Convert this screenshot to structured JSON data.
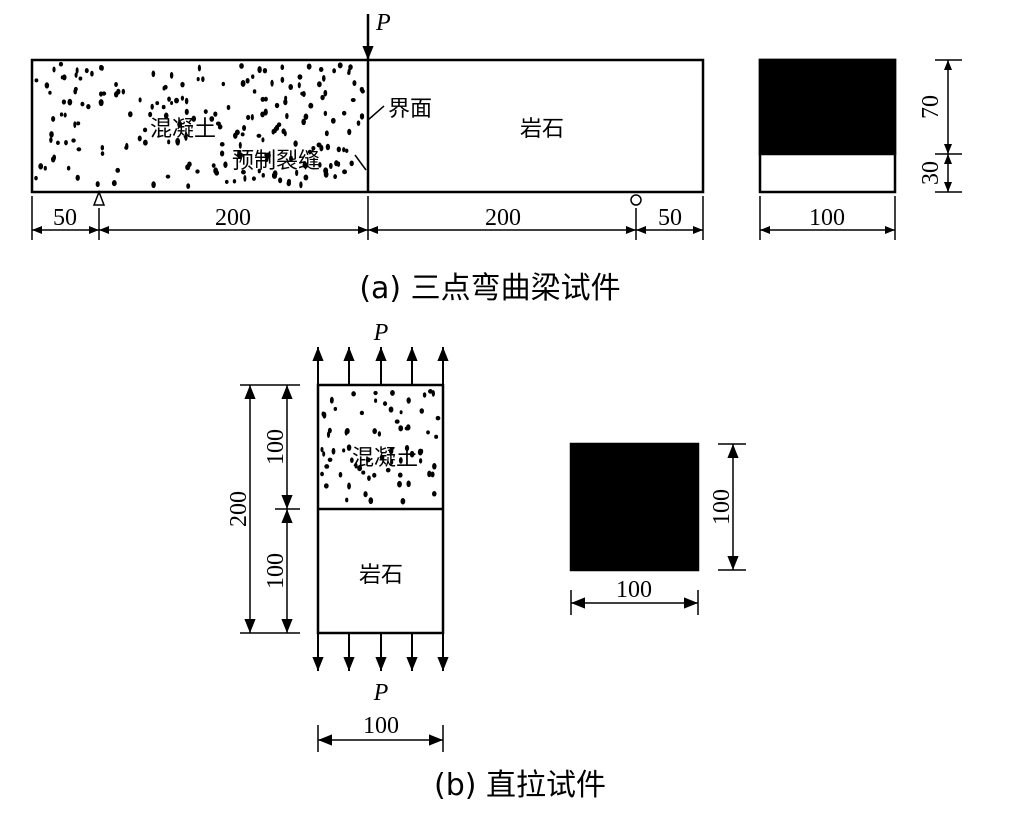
{
  "part_a": {
    "load_label": "P",
    "concrete_label": "混凝土",
    "rock_label": "岩石",
    "interface_label": "界面",
    "crack_label": "预制裂缝",
    "dims": [
      "50",
      "200",
      "200",
      "50"
    ],
    "section_width": "100",
    "section_top": "70",
    "section_bottom": "30",
    "caption": "(a)  三点弯曲梁试件"
  },
  "part_b": {
    "load_top": "P",
    "load_bottom": "P",
    "concrete_label": "混凝土",
    "rock_label": "岩石",
    "total_height": "200",
    "upper_height": "100",
    "lower_height": "100",
    "width": "100",
    "section_height": "100",
    "section_width": "100",
    "caption": "(b)  直拉试件"
  }
}
